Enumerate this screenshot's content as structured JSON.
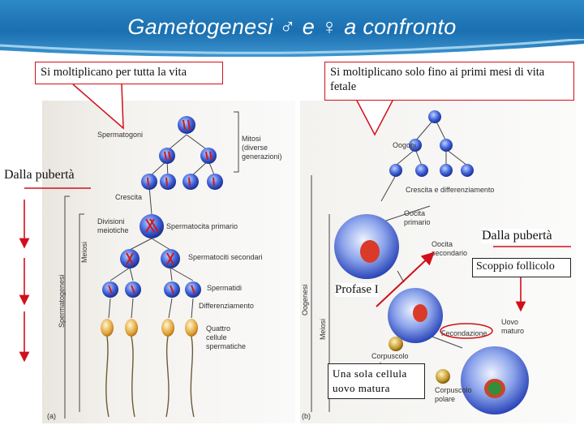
{
  "title": "Gametogenesi ♂ e ♀ a confronto",
  "callouts": {
    "male_top": "Si moltiplicano per tutta la vita",
    "female_top": "Si moltiplicano solo fino ai primi mesi di vita fetale",
    "male_puberty": "Dalla pubertà",
    "female_puberty": "Dalla pubertà",
    "follicle": "Scoppio follicolo",
    "prophase": "Profase I",
    "single_cell": "Una sola cellula uovo matura"
  },
  "male_figure": {
    "spermatogoni": "Spermatogoni",
    "mitosi": [
      "Mitosi",
      "(diverse",
      "generazioni)"
    ],
    "crescita": "Crescita",
    "divisioni": [
      "Divisioni",
      "meiotiche"
    ],
    "spermatocita_primario": "Spermatocita primario",
    "spermatociti_secondari": "Spermatociti secondari",
    "spermatidi": "Spermatidi",
    "differenziamento": "Differenziamento",
    "quattro": [
      "Quattro",
      "cellule",
      "spermatiche"
    ],
    "meiosi": "Meiosi",
    "spermatogenesi": "Spermatogenesi",
    "panel_label": "(a)"
  },
  "female_figure": {
    "oogoni": "Oogoni",
    "crescita": "Crescita e differenziamento",
    "oocita_primario": [
      "Oocita",
      "primario"
    ],
    "oocita_secondario": [
      "Oocita",
      "secondario"
    ],
    "fecondazione": "Fecondazione",
    "uovo_maturo": [
      "Uovo",
      "maturo"
    ],
    "corpuscolo1": [
      "Corpuscolo",
      "polare"
    ],
    "corpuscolo2": [
      "Corpuscolo",
      "polare"
    ],
    "oogenesi": "Oogenesi",
    "meiosi": "Meiosi",
    "panel_label": "(b)"
  },
  "colors": {
    "accent_red": "#d0101a",
    "header_blue": "#1a6fb0"
  }
}
